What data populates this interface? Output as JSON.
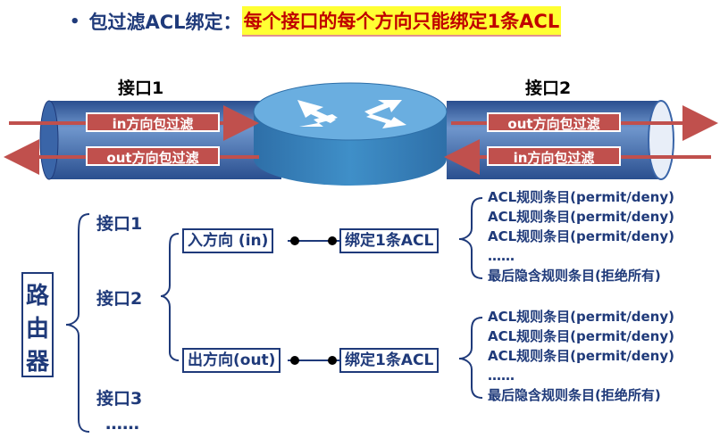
{
  "title": {
    "bullet": "•",
    "main": "包过滤ACL绑定：",
    "highlight": "每个接口的每个方向只能绑定1条ACL"
  },
  "diagram": {
    "interface1": "接口1",
    "interface2": "接口2",
    "filters_left": [
      "in方向包过滤",
      "out方向包过滤"
    ],
    "filters_right": [
      "out方向包过滤",
      "in方向包过滤"
    ]
  },
  "tree": {
    "router": [
      "路",
      "由",
      "器"
    ],
    "interfaces": [
      "接口1",
      "接口2",
      "接口3",
      "……"
    ],
    "in_direction": "入方向 (in)",
    "out_direction": "出方向(out)",
    "bind_label": "绑定1条ACL",
    "rules": [
      "ACL规则条目(permit/deny)",
      "ACL规则条目(permit/deny)",
      "ACL规则条目(permit/deny)",
      "……",
      "最后隐含规则条目(拒绝所有)"
    ]
  },
  "colors": {
    "navy": "#1f3a7a",
    "arrow_red": "#c0504d",
    "highlight_yellow": "#ffff33",
    "pipe_blue": "#4f81bd"
  }
}
